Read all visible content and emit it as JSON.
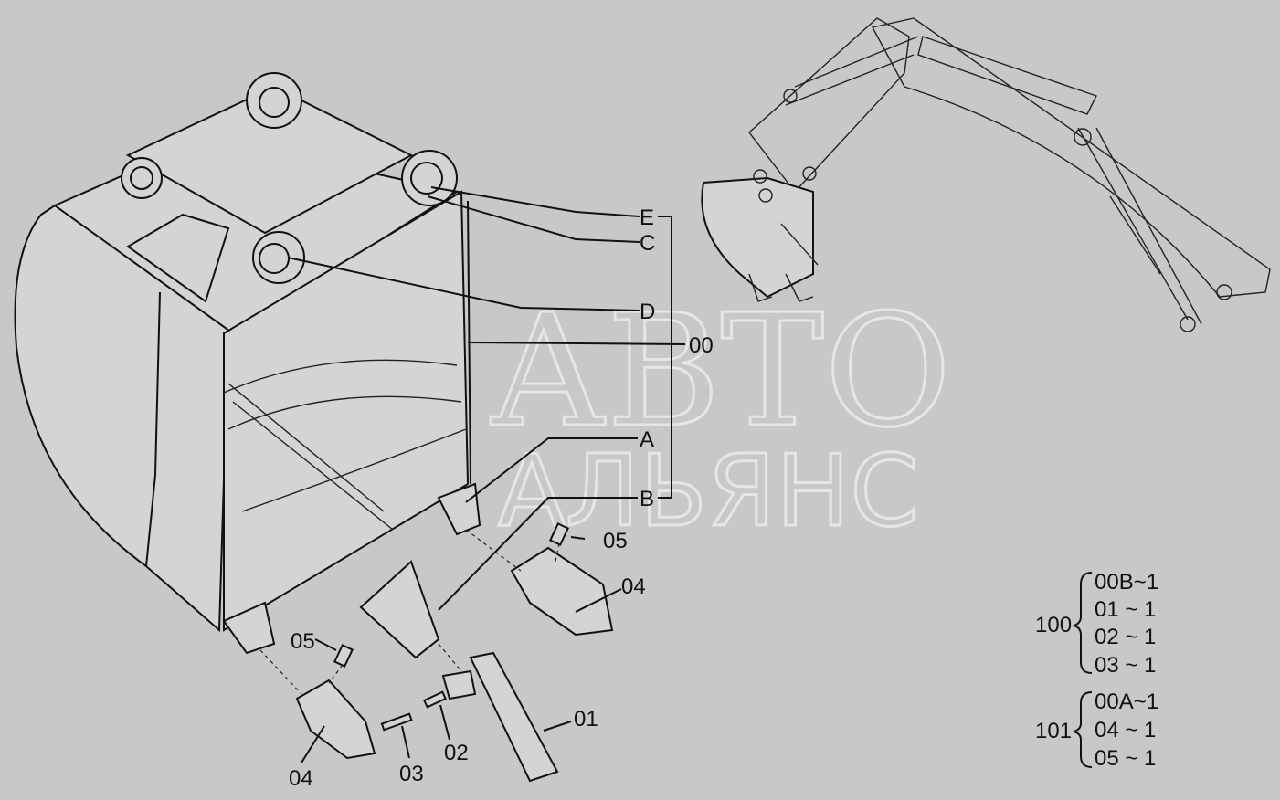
{
  "watermark": {
    "line1": "АВТО",
    "line2": "АЛЬЯНС"
  },
  "callouts": {
    "E": "E",
    "C": "C",
    "D": "D",
    "A": "A",
    "B": "B",
    "p00": "00",
    "p05_right": "05",
    "p04_right": "04",
    "p05_left": "05",
    "p04_left": "04",
    "p03": "03",
    "p02": "02",
    "p01": "01"
  },
  "kits": [
    {
      "id": "100",
      "items": [
        "00B~1",
        "01 ~ 1",
        "02 ~ 1",
        "03 ~ 1"
      ]
    },
    {
      "id": "101",
      "items": [
        "00A~1",
        "04 ~ 1",
        "05 ~ 1"
      ]
    }
  ]
}
